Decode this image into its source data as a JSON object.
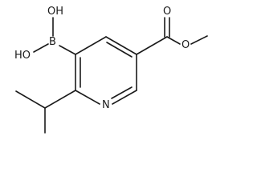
{
  "molecule": {
    "atoms": {
      "boron": "B",
      "hydroxyl_top": "OH",
      "hydroxyl_left": "HO",
      "ring_nitrogen": "N",
      "carbonyl_oxygen": "O",
      "ester_oxygen": "O"
    }
  }
}
